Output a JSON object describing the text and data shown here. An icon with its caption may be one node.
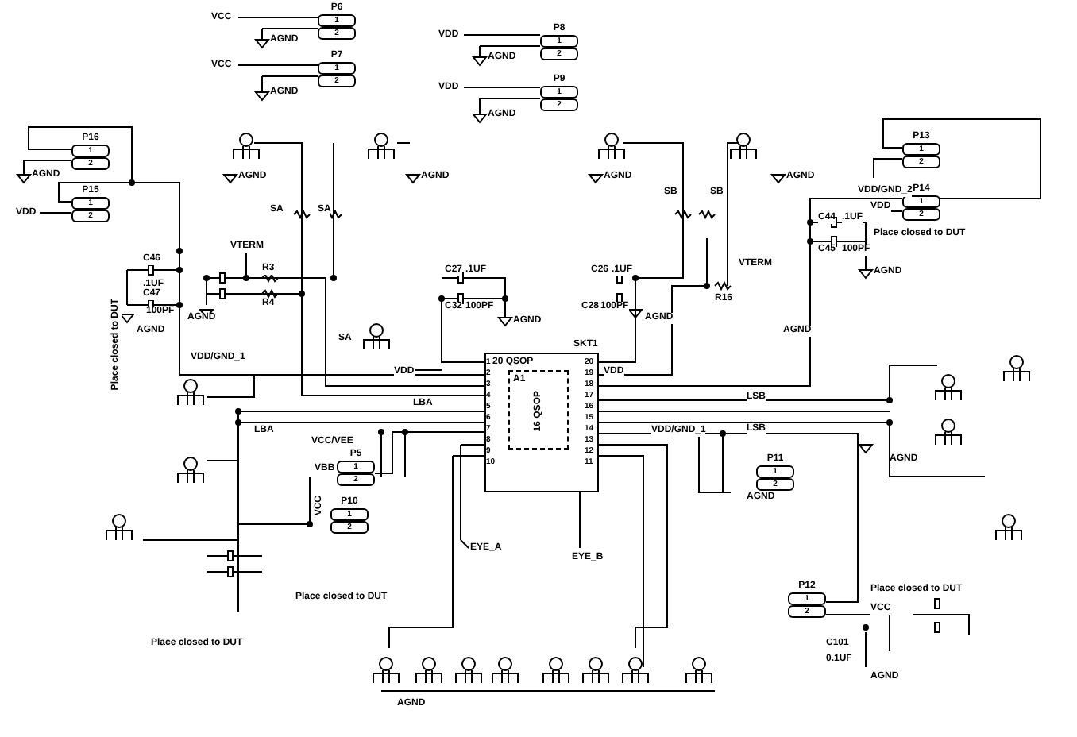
{
  "diagram": {
    "nodes": [
      {
        "text": [
          "P6",
          "1",
          "2"
        ]
      },
      {
        "text": [
          "P7",
          "1",
          "2"
        ]
      },
      {
        "text": [
          "P8",
          "1",
          "2"
        ]
      },
      {
        "text": [
          "P9",
          "1",
          "2"
        ]
      },
      {
        "text": [
          "P16",
          "1",
          "2"
        ]
      },
      {
        "text": [
          "P15",
          "1",
          "2"
        ]
      },
      {
        "text": [
          "P13",
          "1",
          "2"
        ]
      },
      {
        "text": [
          "P14",
          "1",
          "2"
        ]
      },
      {
        "text": [
          "P5",
          "1",
          "2"
        ]
      },
      {
        "text": [
          "P10",
          "1",
          "2"
        ]
      },
      {
        "text": [
          "P11",
          "1",
          "2"
        ]
      },
      {
        "text": [
          "P12",
          "1",
          "2"
        ]
      },
      {
        "text": [
          "SKT1",
          "20 QSOP"
        ]
      },
      {
        "text": [
          "A1",
          "16 QSOP"
        ],
        "in": 12
      }
    ],
    "edges": [
      {
        "from": 4,
        "to": 12,
        "arrow": "none"
      },
      {
        "from": 5,
        "to": 12,
        "arrow": "none"
      },
      {
        "from": 6,
        "to": 7,
        "arrow": "none"
      },
      {
        "from": 7,
        "to": 12,
        "arrow": "none"
      },
      {
        "from": 8,
        "to": 12,
        "arrow": "none"
      },
      {
        "from": 11,
        "to": 12,
        "arrow": "none"
      }
    ],
    "labels": [
      "VCC",
      "VCC",
      "VDD",
      "VDD",
      "AGND",
      "AGND",
      "AGND",
      "AGND",
      "VDD",
      "AGND",
      "AGND",
      "AGND",
      "AGND",
      "AGND",
      "SA",
      "SA",
      "SB",
      "SB",
      "VDD/GND_2",
      "VDD",
      "C44",
      ".1UF",
      "Place closed to DUT",
      "C45",
      "100PF",
      "AGND",
      "C46",
      ".1UF",
      "C47",
      "100PF",
      "Place closed to DUT",
      "AGND",
      "VTERM",
      "R3",
      "R4",
      "AGND",
      "C27",
      ".1UF",
      "C32",
      "100PF",
      "AGND",
      "SA",
      "VDD",
      "VDD",
      "VTERM",
      "R16",
      "C26",
      ".1UF",
      "C28",
      "100PF",
      "AGND",
      "AGND",
      "VDD/GND_1",
      "LBA",
      "LBA",
      "LSB",
      "LSB",
      "VCC/VEE",
      "VDD/GND_1",
      "VBB",
      "EYE_A",
      "EYE_B",
      "Place closed to DUT",
      "Place closed to DUT",
      "Place closed to DUT",
      "VCC",
      "VCC",
      "C101",
      "0.1UF",
      "AGND",
      "AGND",
      "AGND",
      "AGND",
      "1",
      "2",
      "3",
      "4",
      "5",
      "6",
      "7",
      "8",
      "9",
      "10",
      "20",
      "19",
      "18",
      "17",
      "16",
      "15",
      "14",
      "13",
      "12",
      "11"
    ]
  }
}
